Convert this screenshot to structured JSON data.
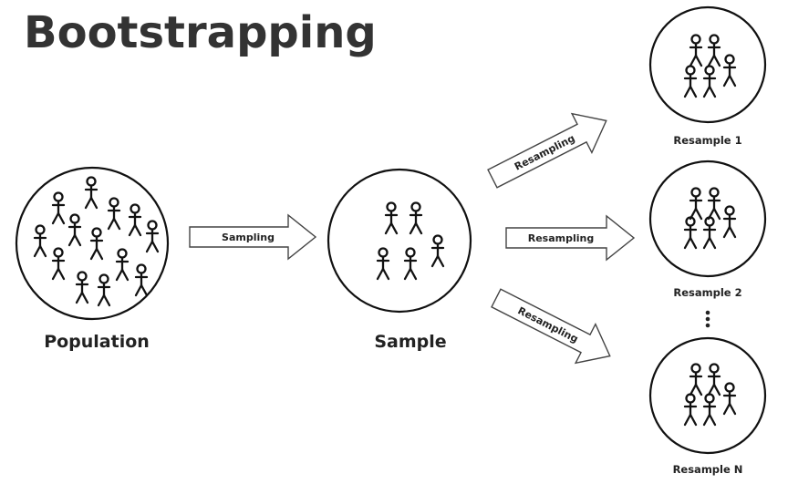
{
  "title": "Bootstrapping",
  "nodes": {
    "population": "Population",
    "sample": "Sample",
    "resample_1": "Resample 1",
    "resample_2": "Resample 2",
    "resample_n": "Resample N"
  },
  "arrows": {
    "sampling": "Sampling",
    "resampling_up": "Resampling",
    "resampling_mid": "Resampling",
    "resampling_down": "Resampling"
  },
  "colors": {
    "title": "#333333",
    "outline": "#111111",
    "arrow_stroke": "#444444"
  }
}
